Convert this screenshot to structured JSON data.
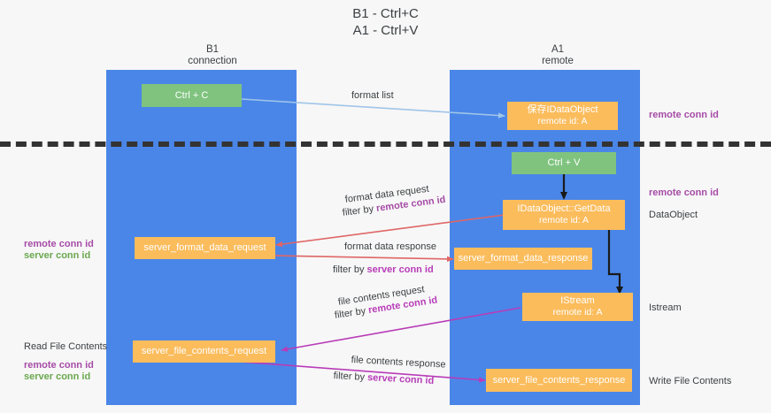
{
  "title": {
    "line1": "B1 - Ctrl+C",
    "line2": "A1 - Ctrl+V"
  },
  "columns": [
    {
      "name": "B1",
      "sub": "connection"
    },
    {
      "name": "A1",
      "sub": "remote"
    }
  ],
  "nodes": {
    "ctrl_c": {
      "label": "Ctrl + C"
    },
    "save_idataobject": {
      "line1": "保存IDataObject",
      "line2": "remote id: A"
    },
    "ctrl_v": {
      "label": "Ctrl + V"
    },
    "idataobject_getdata": {
      "line1": "IDataObject::GetData",
      "line2": "remote id: A"
    },
    "server_format_data_request": {
      "label": "server_format_data_request"
    },
    "server_format_data_response": {
      "label": "server_format_data_response"
    },
    "istream": {
      "line1": "IStream",
      "line2": "remote id: A"
    },
    "server_file_contents_request": {
      "label": "server_file_contents_request"
    },
    "server_file_contents_response": {
      "label": "server_file_contents_response"
    }
  },
  "edge_labels": {
    "format_list": "format list",
    "format_data_request": "format data request",
    "format_data_request_filter_prefix": "filter by ",
    "format_data_request_filter_value": "remote conn id",
    "format_data_response": "format data response",
    "format_data_response_filter_prefix": "filter by ",
    "format_data_response_filter_value": "server conn id",
    "file_contents_request": "file contents request",
    "file_contents_request_filter_prefix": "filter by ",
    "file_contents_request_filter_value": "remote conn id",
    "file_contents_response": "file contents response",
    "file_contents_response_filter_prefix": "filter by ",
    "file_contents_response_filter_value": "server conn id"
  },
  "annotations": {
    "right_remote_conn_id_top": "remote conn id",
    "right_remote_conn_id_mid": "remote conn id",
    "right_dataobject": "DataObject",
    "right_istream": "Istream",
    "right_write_file_contents": "Write File Contents",
    "left_remote_conn_id": "remote conn id",
    "left_server_conn_id": "server conn id",
    "left_read_file_contents": "Read File Contents",
    "left_remote_conn_id_2": "remote conn id",
    "left_server_conn_id_2": "server conn id"
  },
  "colors": {
    "lane": "#4a86e8",
    "green_box": "#7fc37f",
    "orange_box": "#fbbc5c",
    "purple_text": "#a64ca6",
    "green_text": "#6aa84f",
    "arrow_blue": "#9fc5e8",
    "arrow_red": "#e06666",
    "arrow_magenta": "#b83cb8",
    "arrow_black": "#1a1a1a",
    "divider": "#333333",
    "background": "#f7f7f7"
  }
}
